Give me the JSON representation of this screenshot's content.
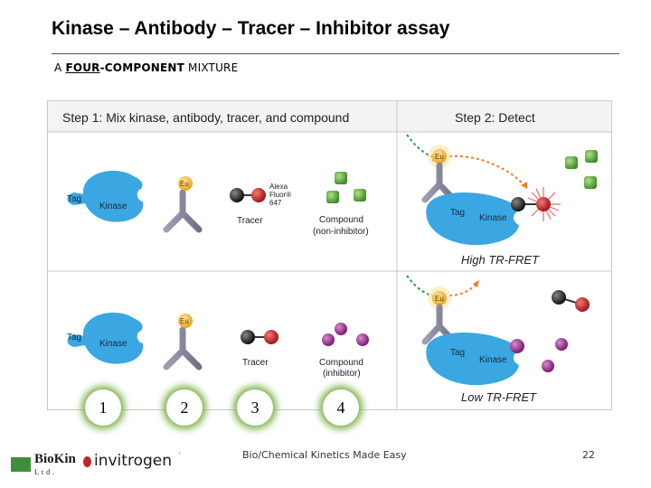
{
  "title": "Kinase – Antibody – Tracer – Inhibitor assay",
  "subtitle": {
    "prefix": "A ",
    "underlined": "FOUR",
    "bold": "-COMPONENT",
    "suffix": " MIXTURE"
  },
  "figure": {
    "step1": "Step 1: Mix kinase, antibody, tracer, and compound",
    "step2": "Step 2: Detect",
    "tag": "Tag",
    "kinase": "Kinase",
    "eu": "Eu",
    "tracer": "Tracer",
    "alexa": [
      "Alexa",
      "Fluor®",
      "647"
    ],
    "compound_noninhib": [
      "Compound",
      "(non-inhibitor)"
    ],
    "compound_inhib": [
      "Compound",
      "(inhibitor)"
    ],
    "high_fret": "High TR-FRET",
    "low_fret": "Low TR-FRET",
    "colors": {
      "kinase": "#3aa7e2",
      "antibody": "#8e8fa3",
      "eu": "#f2b632",
      "tracer_dye": "#c8202a",
      "non_inhibitor": "#5cb03a",
      "inhibitor": "#a6329a",
      "arrow": "#2e9a55",
      "arrow_out": "#f07c23"
    }
  },
  "components": [
    "1",
    "2",
    "3",
    "4"
  ],
  "footer": {
    "company": "BioKin",
    "company_sub": "Ltd.",
    "partner": "invitrogen",
    "text": "Bio/Chemical Kinetics Made Easy",
    "page": "22"
  }
}
